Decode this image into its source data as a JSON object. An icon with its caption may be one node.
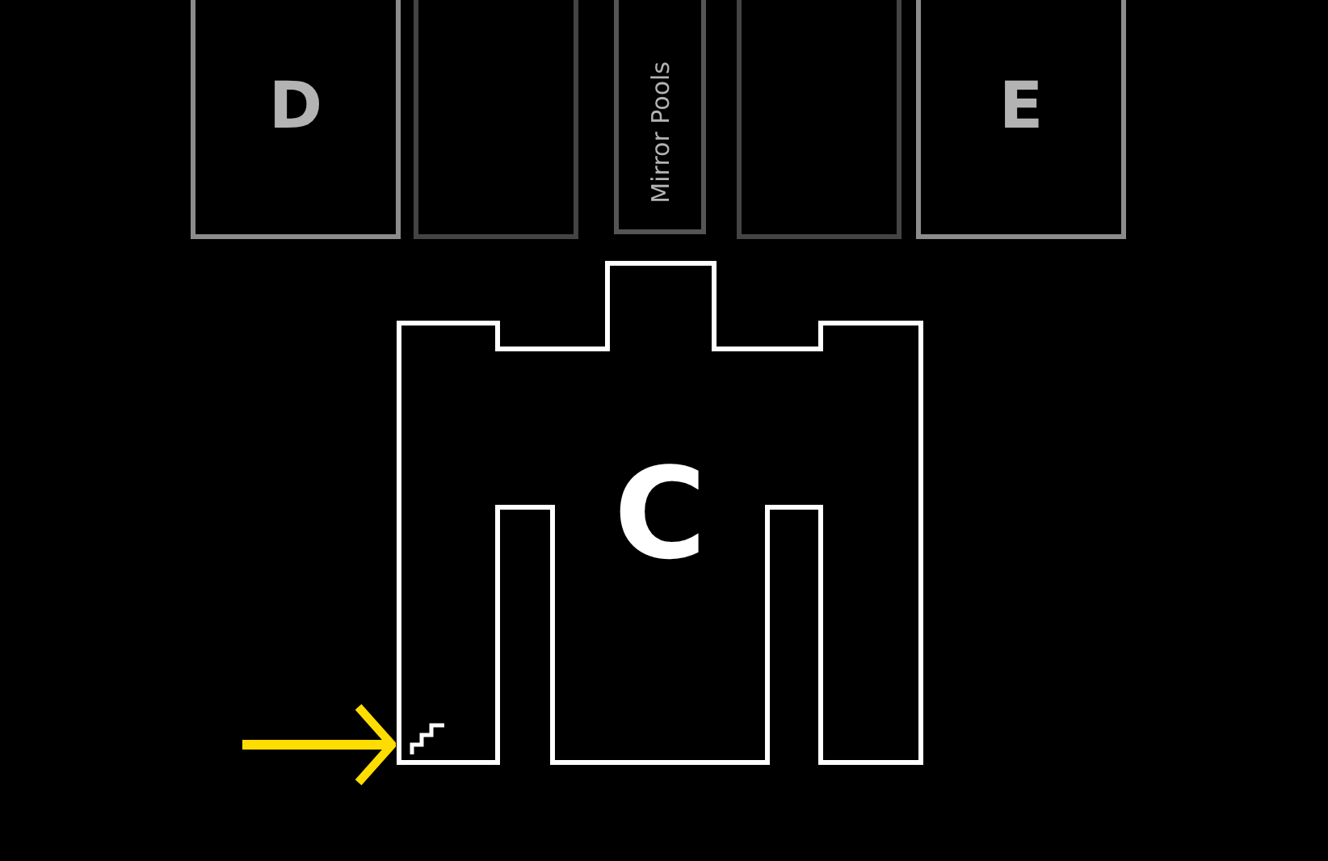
{
  "diagram": {
    "nodes": [
      {
        "text": [
          "D"
        ]
      },
      {
        "text": [],
        "shape": "box"
      },
      {
        "text": [
          "Mirror Pools"
        ]
      },
      {
        "text": [],
        "shape": "box"
      },
      {
        "text": [
          "E"
        ]
      },
      {
        "text": [
          "C"
        ]
      }
    ],
    "edges": [
      {
        "from": null,
        "to": 5,
        "arrow": "to",
        "color": "#ffdd00"
      }
    ]
  }
}
